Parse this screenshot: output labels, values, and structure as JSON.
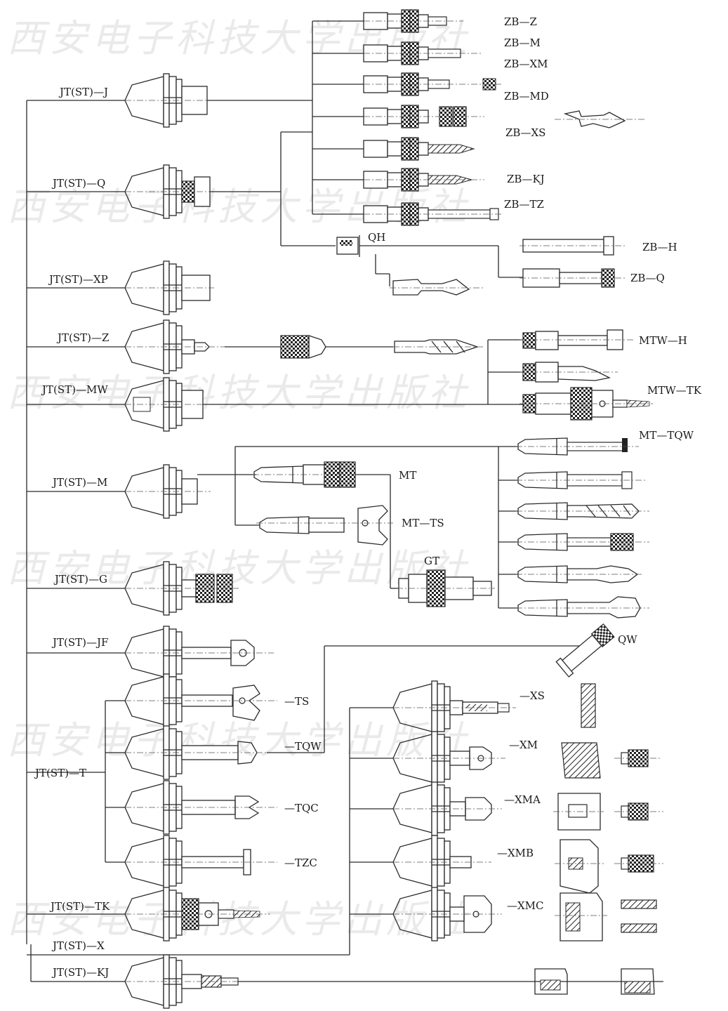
{
  "watermark": {
    "text": "西安电子科技大学出版社"
  },
  "left_labels": [
    {
      "id": "J",
      "text": "JT(ST)—J"
    },
    {
      "id": "Q",
      "text": "JT(ST)—Q"
    },
    {
      "id": "XP",
      "text": "JT(ST)—XP"
    },
    {
      "id": "Z",
      "text": "JT(ST)—Z"
    },
    {
      "id": "MW",
      "text": "JT(ST)—MW"
    },
    {
      "id": "M",
      "text": "JT(ST)—M"
    },
    {
      "id": "G",
      "text": "JT(ST)—G"
    },
    {
      "id": "JF",
      "text": "JT(ST)—JF"
    },
    {
      "id": "T",
      "text": "JT(ST)—T"
    },
    {
      "id": "TK",
      "text": "JT(ST)—TK"
    },
    {
      "id": "X",
      "text": "JT(ST)—X"
    },
    {
      "id": "KJ",
      "text": "JT(ST)—KJ"
    }
  ],
  "zb_labels": [
    "ZB—Z",
    "ZB—M",
    "ZB—XM",
    "ZB—MD",
    "ZB—XS",
    "ZB—KJ",
    "ZB—TZ"
  ],
  "qh_labels": {
    "qh": "QH",
    "zbh": "ZB—H",
    "zbq": "ZB—Q"
  },
  "mtw_labels": {
    "h": "MTW—H",
    "tk": "MTW—TK"
  },
  "mt_labels": {
    "tqw": "MT—TQW",
    "mt": "MT",
    "ts": "MT—TS",
    "gt": "GT",
    "qw": "QW"
  },
  "t_labels": [
    "—TS",
    "—TQW",
    "—TQC",
    "—TZC"
  ],
  "x_labels": [
    "—XS",
    "—XM",
    "—XMA",
    "—XMB",
    "—XMC"
  ]
}
